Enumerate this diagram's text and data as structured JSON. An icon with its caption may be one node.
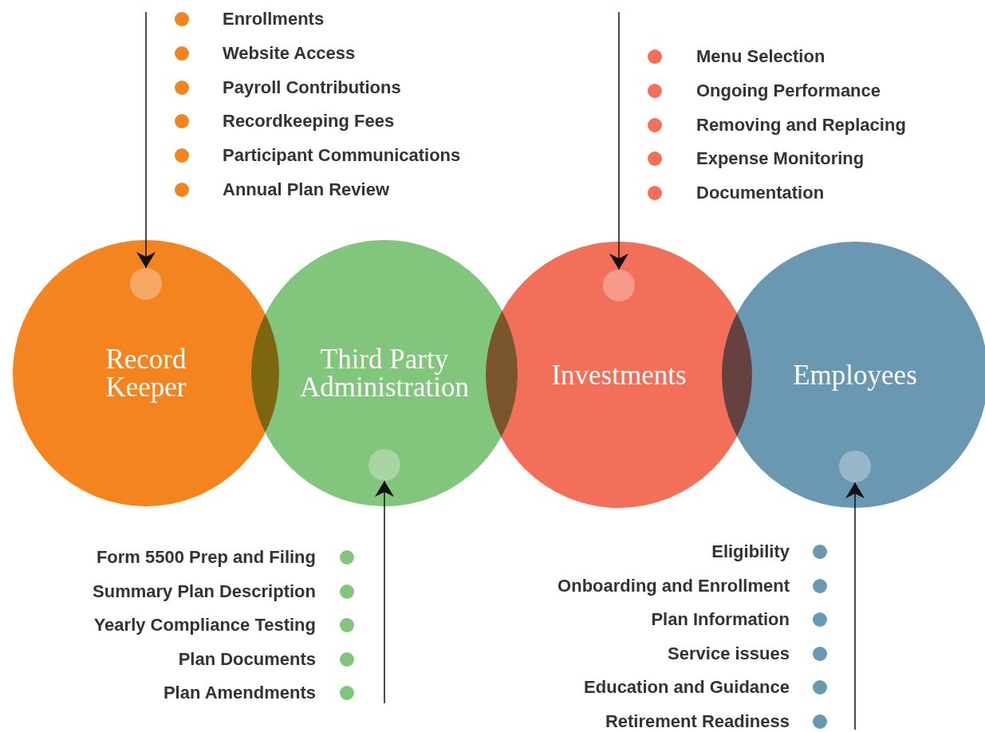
{
  "diagram": {
    "nodes": [
      {
        "text": [
          "Record Keeper"
        ]
      },
      {
        "text": [
          "Third Party Administration"
        ]
      },
      {
        "text": [
          "Investments"
        ]
      },
      {
        "text": [
          "Employees"
        ]
      },
      {
        "text": [],
        "shape": "circle",
        "in": 0
      },
      {
        "text": [],
        "shape": "circle",
        "in": 1
      },
      {
        "text": [],
        "shape": "circle",
        "in": 2
      },
      {
        "text": [],
        "shape": "circle",
        "in": 3
      }
    ],
    "edges": [
      {
        "from": null,
        "to": 4,
        "arrow": "to"
      },
      {
        "from": null,
        "to": 5,
        "arrow": "to"
      },
      {
        "from": null,
        "to": 6,
        "arrow": "to"
      },
      {
        "from": null,
        "to": 7,
        "arrow": "to"
      }
    ],
    "labels": [
      "Enrollments",
      "Website Access",
      "Payroll Contributions",
      "Recordkeeping Fees",
      "Participant Communications",
      "Annual Plan Review",
      "Menu Selection",
      "Ongoing Performance",
      "Removing and Replacing",
      "Expense Monitoring",
      "Documentation",
      "Form 5500 Prep and Filing",
      "Summary Plan Description",
      "Yearly Compliance Testing",
      "Plan Documents",
      "Plan Amendments",
      "Eligibility",
      "Onboarding and Enrollment",
      "Plan Information",
      "Service issues",
      "Education and Guidance",
      "Retirement Readiness"
    ]
  }
}
